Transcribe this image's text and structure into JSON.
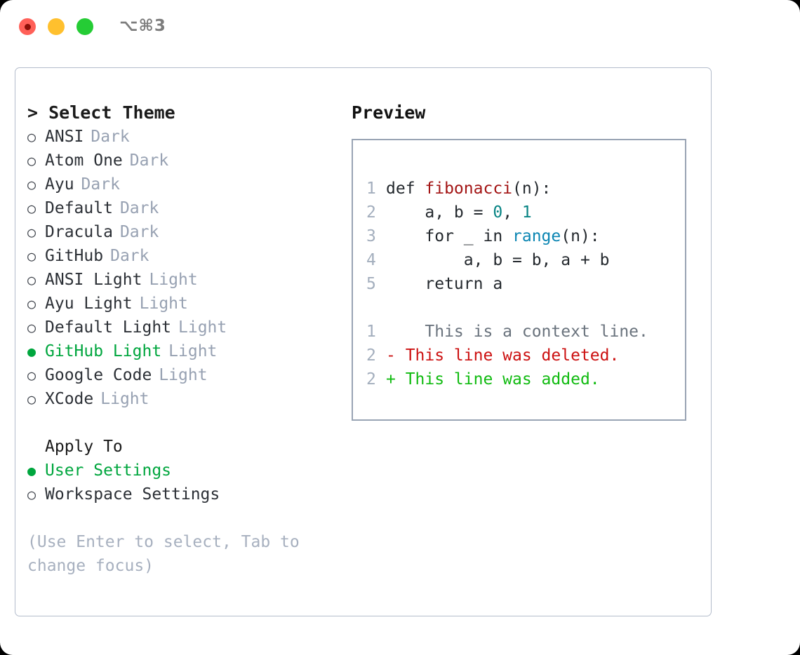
{
  "titlebar": {
    "shortcut": "⌥⌘3",
    "lights": [
      {
        "name": "close",
        "color": "#ff6058"
      },
      {
        "name": "minimize",
        "color": "#ffc02e"
      },
      {
        "name": "zoom",
        "color": "#25cc35"
      }
    ]
  },
  "theme_picker": {
    "heading": "> Select Theme",
    "selected_marker": "●",
    "unselected_marker": "○",
    "items": [
      {
        "name": "ANSI",
        "kind": "Dark",
        "selected": false
      },
      {
        "name": "Atom One",
        "kind": "Dark",
        "selected": false
      },
      {
        "name": "Ayu",
        "kind": "Dark",
        "selected": false
      },
      {
        "name": "Default",
        "kind": "Dark",
        "selected": false
      },
      {
        "name": "Dracula",
        "kind": "Dark",
        "selected": false
      },
      {
        "name": "GitHub",
        "kind": "Dark",
        "selected": false
      },
      {
        "name": "ANSI Light",
        "kind": "Light",
        "selected": false
      },
      {
        "name": "Ayu Light",
        "kind": "Light",
        "selected": false
      },
      {
        "name": "Default Light",
        "kind": "Light",
        "selected": false
      },
      {
        "name": "GitHub Light",
        "kind": "Light",
        "selected": true
      },
      {
        "name": "Google Code",
        "kind": "Light",
        "selected": false
      },
      {
        "name": "XCode",
        "kind": "Light",
        "selected": false
      }
    ]
  },
  "apply_to": {
    "heading": "Apply To",
    "items": [
      {
        "name": "User Settings",
        "selected": true
      },
      {
        "name": "Workspace Settings",
        "selected": false
      }
    ]
  },
  "hint": "(Use Enter to select, Tab to change focus)",
  "preview": {
    "heading": "Preview",
    "code_lines": [
      {
        "ln": "1",
        "segments": [
          {
            "text": "def ",
            "style": "plain"
          },
          {
            "text": "fibonacci",
            "style": "fn"
          },
          {
            "text": "(n):",
            "style": "plain"
          }
        ]
      },
      {
        "ln": "2",
        "segments": [
          {
            "text": "    a, b = ",
            "style": "plain"
          },
          {
            "text": "0",
            "style": "num"
          },
          {
            "text": ", ",
            "style": "plain"
          },
          {
            "text": "1",
            "style": "num"
          }
        ]
      },
      {
        "ln": "3",
        "segments": [
          {
            "text": "    for _ in ",
            "style": "plain"
          },
          {
            "text": "range",
            "style": "bi"
          },
          {
            "text": "(n):",
            "style": "plain"
          }
        ]
      },
      {
        "ln": "4",
        "segments": [
          {
            "text": "        a, b = b, a + b",
            "style": "plain"
          }
        ]
      },
      {
        "ln": "5",
        "segments": [
          {
            "text": "    return a",
            "style": "plain"
          }
        ]
      }
    ],
    "diff_lines": [
      {
        "ln": "1",
        "marker": " ",
        "text": "  This is a context line.",
        "kind": "context"
      },
      {
        "ln": "2",
        "marker": "-",
        "text": "This line was deleted.",
        "kind": "deleted"
      },
      {
        "ln": "2",
        "marker": "+",
        "text": "This line was added.",
        "kind": "added"
      }
    ]
  },
  "colors": {
    "accent_green": "#00a63e",
    "muted": "#97a1b2",
    "fn_red": "#a31515",
    "num_teal": "#088484",
    "builtin_blue": "#0c86b3",
    "diff_del": "#cc1111",
    "diff_add": "#11bb11",
    "border": "#b3bccb"
  }
}
